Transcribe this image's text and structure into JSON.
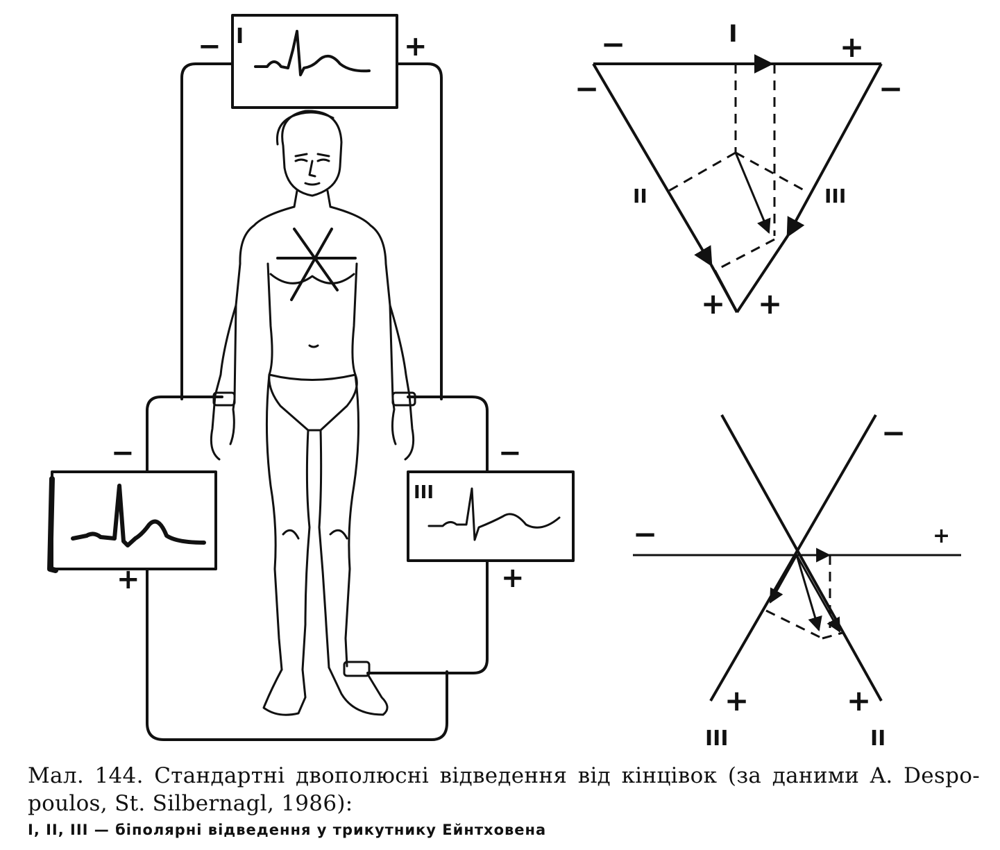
{
  "figure": {
    "body_diagram": {
      "lead_I": {
        "label": "I",
        "minus": "−",
        "plus": "+"
      },
      "lead_II": {
        "minus": "−",
        "plus": "+"
      },
      "lead_III": {
        "label": "III",
        "minus": "−",
        "plus": "+"
      }
    },
    "triangle_diagram": {
      "top_label": "I",
      "left_label": "II",
      "right_label": "III",
      "top_left_minus": "−",
      "top_right_plus": "+",
      "left_minus": "−",
      "right_minus": "−",
      "bottom_left_plus": "+",
      "bottom_right_plus": "+"
    },
    "axes_diagram": {
      "minus_upper_right": "−",
      "minus_left": "−",
      "plus_right": "+",
      "plus_lower_left": "+",
      "plus_lower_right": "+",
      "label_III": "III",
      "label_II": "II"
    }
  },
  "caption": {
    "line1": "Мал. 144. Стандартні двополюсні відведення від кінцівок (за даними A. Despo-poulos, St. Silbernagl, 1986):",
    "line2": "I, II, III — біполярні відведення у трикутнику Ейнтховена"
  }
}
